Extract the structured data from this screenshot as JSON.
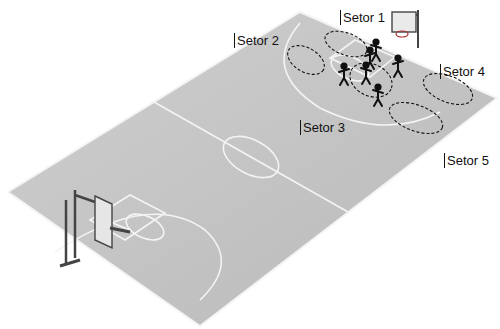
{
  "diagram": {
    "labels": [
      "Setor 1",
      "Setor 2",
      "Setor 3",
      "Setor 4",
      "Setor 5"
    ]
  }
}
